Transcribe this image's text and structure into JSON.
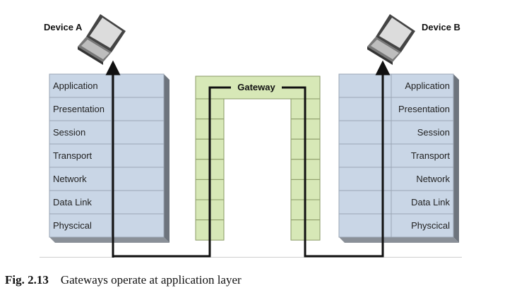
{
  "devices": {
    "left": "Device A",
    "right": "Device B"
  },
  "layers": [
    "Application",
    "Presentation",
    "Session",
    "Transport",
    "Network",
    "Data Link",
    "Physcical"
  ],
  "gateway_label": "Gateway",
  "caption": {
    "number": "Fig. 2.13",
    "text": "Gateways operate at application layer"
  },
  "colors": {
    "stack_fill": "#c9d6e6",
    "stack_side": "#6d747d",
    "gateway_fill": "#d7e8b7",
    "gateway_border": "#7f8f5a",
    "path": "#111111"
  },
  "icons": {
    "device": "laptop-icon"
  }
}
